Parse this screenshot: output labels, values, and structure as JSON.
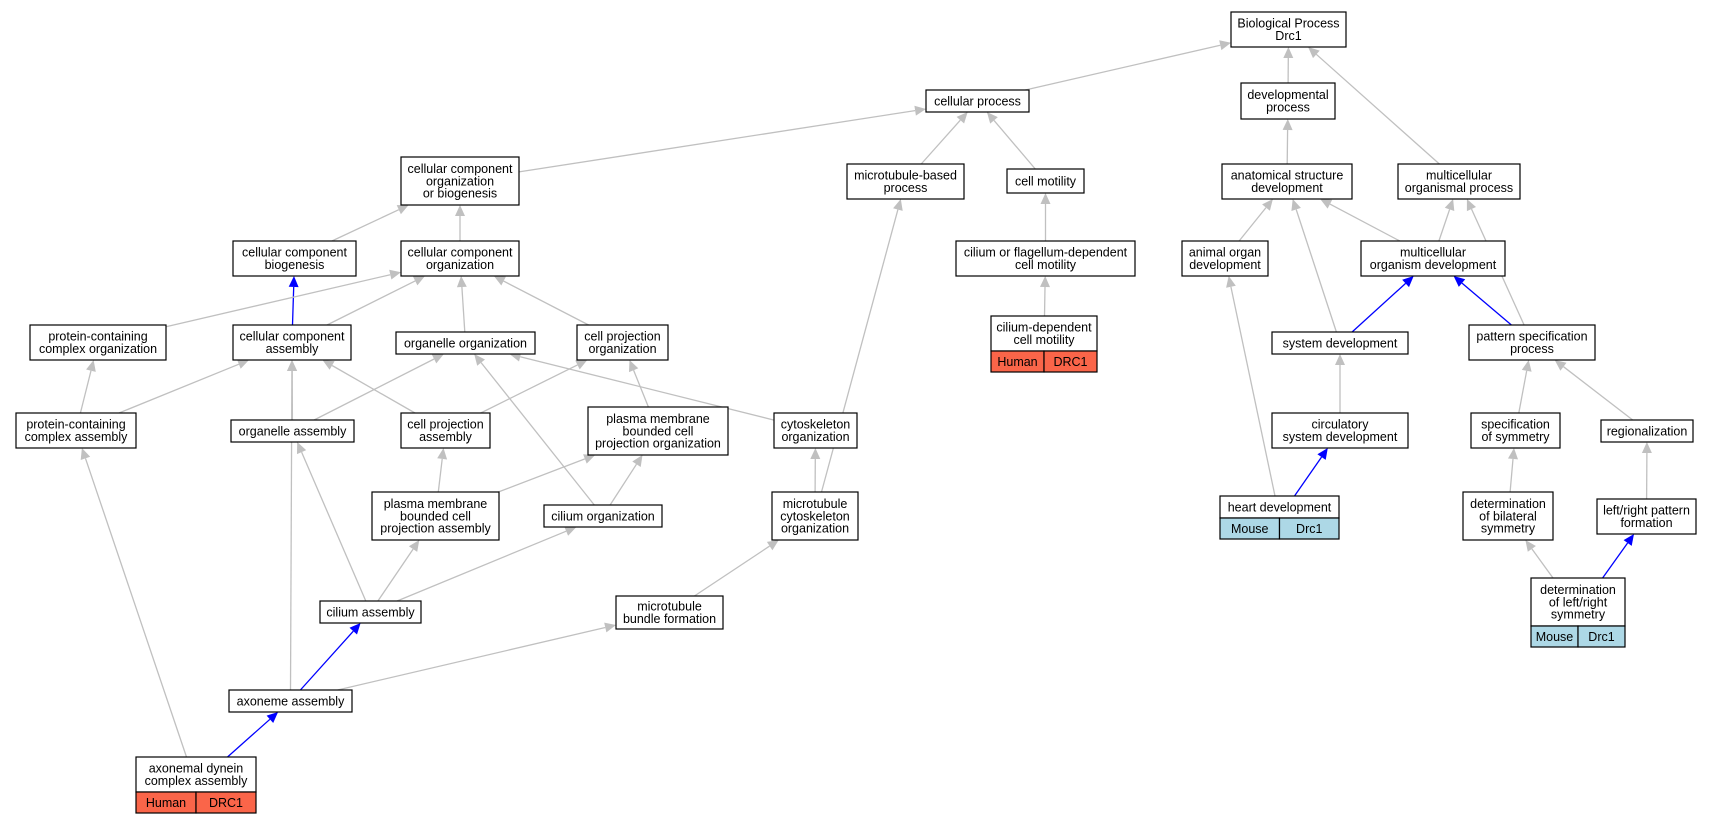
{
  "colors": {
    "edge_default": "#c0c0c0",
    "edge_highlight": "#0000ff",
    "human_cell": "#fa6549",
    "mouse_cell": "#add8e6",
    "node_fill": "#ffffff",
    "node_stroke": "#000000"
  },
  "diagram": {
    "nodes": [
      {
        "id": "bp",
        "label": [
          "Biological Process",
          "Drc1"
        ]
      },
      {
        "id": "cellproc",
        "label": [
          "cellular process"
        ]
      },
      {
        "id": "devproc",
        "label": [
          "developmental",
          "process"
        ]
      },
      {
        "id": "ccob",
        "label": [
          "cellular component",
          "organization",
          "or biogenesis"
        ]
      },
      {
        "id": "mtbp",
        "label": [
          "microtubule-based",
          "process"
        ]
      },
      {
        "id": "cellmot",
        "label": [
          "cell motility"
        ]
      },
      {
        "id": "asd",
        "label": [
          "anatomical structure",
          "development"
        ]
      },
      {
        "id": "mop",
        "label": [
          "multicellular",
          "organismal process"
        ]
      },
      {
        "id": "ccbio",
        "label": [
          "cellular component",
          "biogenesis"
        ]
      },
      {
        "id": "ccorg",
        "label": [
          "cellular component",
          "organization"
        ]
      },
      {
        "id": "cfdcm",
        "label": [
          "cilium or flagellum-dependent",
          "cell motility"
        ]
      },
      {
        "id": "aod",
        "label": [
          "animal organ",
          "development"
        ]
      },
      {
        "id": "mod",
        "label": [
          "multicellular",
          "organism development"
        ]
      },
      {
        "id": "pcco",
        "label": [
          "protein-containing",
          "complex organization"
        ]
      },
      {
        "id": "ccasm",
        "label": [
          "cellular component",
          "assembly"
        ]
      },
      {
        "id": "orgorg",
        "label": [
          "organelle organization"
        ]
      },
      {
        "id": "cpo",
        "label": [
          "cell projection",
          "organization"
        ]
      },
      {
        "id": "cdcm",
        "label": [
          "cilium-dependent",
          "cell motility"
        ],
        "species": [
          "Human",
          "DRC1"
        ],
        "species_kind": "human"
      },
      {
        "id": "sysdev",
        "label": [
          "system development"
        ]
      },
      {
        "id": "psp",
        "label": [
          "pattern specification",
          "process"
        ]
      },
      {
        "id": "pcca",
        "label": [
          "protein-containing",
          "complex assembly"
        ]
      },
      {
        "id": "orgasm",
        "label": [
          "organelle assembly"
        ]
      },
      {
        "id": "cpa",
        "label": [
          "cell projection",
          "assembly"
        ]
      },
      {
        "id": "pmbcpo",
        "label": [
          "plasma membrane",
          "bounded cell",
          "projection organization"
        ]
      },
      {
        "id": "cytorg",
        "label": [
          "cytoskeleton",
          "organization"
        ]
      },
      {
        "id": "circ",
        "label": [
          "circulatory",
          "system development"
        ]
      },
      {
        "id": "specsym",
        "label": [
          "specification",
          "of symmetry"
        ]
      },
      {
        "id": "regio",
        "label": [
          "regionalization"
        ]
      },
      {
        "id": "pmbcpa",
        "label": [
          "plasma membrane",
          "bounded cell",
          "projection assembly"
        ]
      },
      {
        "id": "ciliumorg",
        "label": [
          "cilium organization"
        ]
      },
      {
        "id": "mtco",
        "label": [
          "microtubule",
          "cytoskeleton",
          "organization"
        ]
      },
      {
        "id": "heart",
        "label": [
          "heart development"
        ],
        "species": [
          "Mouse",
          "Drc1"
        ],
        "species_kind": "mouse"
      },
      {
        "id": "dbs",
        "label": [
          "determination",
          "of bilateral",
          "symmetry"
        ]
      },
      {
        "id": "lrpf",
        "label": [
          "left/right pattern",
          "formation"
        ]
      },
      {
        "id": "ciliumasm",
        "label": [
          "cilium assembly"
        ]
      },
      {
        "id": "mtbf",
        "label": [
          "microtubule",
          "bundle formation"
        ]
      },
      {
        "id": "dlrs",
        "label": [
          "determination",
          "of left/right",
          "symmetry"
        ],
        "species": [
          "Mouse",
          "Drc1"
        ],
        "species_kind": "mouse"
      },
      {
        "id": "axasm",
        "label": [
          "axoneme assembly"
        ]
      },
      {
        "id": "adca",
        "label": [
          "axonemal dynein",
          "complex assembly"
        ],
        "species": [
          "Human",
          "DRC1"
        ],
        "species_kind": "human"
      }
    ],
    "edges": [
      {
        "from": "cellproc",
        "to": "bp",
        "highlight": false
      },
      {
        "from": "devproc",
        "to": "bp",
        "highlight": false
      },
      {
        "from": "mop",
        "to": "bp",
        "highlight": false
      },
      {
        "from": "ccob",
        "to": "cellproc",
        "highlight": false
      },
      {
        "from": "mtbp",
        "to": "cellproc",
        "highlight": false
      },
      {
        "from": "cellmot",
        "to": "cellproc",
        "highlight": false
      },
      {
        "from": "asd",
        "to": "devproc",
        "highlight": false
      },
      {
        "from": "ccbio",
        "to": "ccob",
        "highlight": false
      },
      {
        "from": "ccorg",
        "to": "ccob",
        "highlight": false
      },
      {
        "from": "cfdcm",
        "to": "cellmot",
        "highlight": false
      },
      {
        "from": "cdcm",
        "to": "cfdcm",
        "highlight": false
      },
      {
        "from": "aod",
        "to": "asd",
        "highlight": false
      },
      {
        "from": "sysdev",
        "to": "asd",
        "highlight": false
      },
      {
        "from": "mod",
        "to": "asd",
        "highlight": false
      },
      {
        "from": "mod",
        "to": "mop",
        "highlight": false
      },
      {
        "from": "psp",
        "to": "mop",
        "highlight": false
      },
      {
        "from": "sysdev",
        "to": "mod",
        "highlight": true
      },
      {
        "from": "psp",
        "to": "mod",
        "highlight": true
      },
      {
        "from": "ccasm",
        "to": "ccbio",
        "highlight": true
      },
      {
        "from": "pcco",
        "to": "ccorg",
        "highlight": false
      },
      {
        "from": "ccasm",
        "to": "ccorg",
        "highlight": false
      },
      {
        "from": "orgorg",
        "to": "ccorg",
        "highlight": false
      },
      {
        "from": "cpo",
        "to": "ccorg",
        "highlight": false
      },
      {
        "from": "pcca",
        "to": "pcco",
        "highlight": false
      },
      {
        "from": "pcca",
        "to": "ccasm",
        "highlight": false
      },
      {
        "from": "orgasm",
        "to": "ccasm",
        "highlight": false
      },
      {
        "from": "cpa",
        "to": "ccasm",
        "highlight": false
      },
      {
        "from": "axasm",
        "to": "ccasm",
        "highlight": false
      },
      {
        "from": "orgasm",
        "to": "orgorg",
        "highlight": false
      },
      {
        "from": "ciliumorg",
        "to": "orgorg",
        "highlight": false
      },
      {
        "from": "cytorg",
        "to": "orgorg",
        "highlight": false
      },
      {
        "from": "cpa",
        "to": "cpo",
        "highlight": false
      },
      {
        "from": "pmbcpo",
        "to": "cpo",
        "highlight": false
      },
      {
        "from": "pmbcpa",
        "to": "cpa",
        "highlight": false
      },
      {
        "from": "pmbcpa",
        "to": "pmbcpo",
        "highlight": false
      },
      {
        "from": "ciliumorg",
        "to": "pmbcpo",
        "highlight": false
      },
      {
        "from": "mtco",
        "to": "cytorg",
        "highlight": false
      },
      {
        "from": "mtco",
        "to": "mtbp",
        "highlight": false
      },
      {
        "from": "ciliumasm",
        "to": "orgasm",
        "highlight": false
      },
      {
        "from": "ciliumasm",
        "to": "pmbcpa",
        "highlight": false
      },
      {
        "from": "ciliumasm",
        "to": "ciliumorg",
        "highlight": false
      },
      {
        "from": "mtbf",
        "to": "mtco",
        "highlight": false
      },
      {
        "from": "axasm",
        "to": "ciliumasm",
        "highlight": true
      },
      {
        "from": "axasm",
        "to": "mtbf",
        "highlight": false
      },
      {
        "from": "adca",
        "to": "axasm",
        "highlight": true
      },
      {
        "from": "adca",
        "to": "pcca",
        "highlight": false
      },
      {
        "from": "circ",
        "to": "sysdev",
        "highlight": false
      },
      {
        "from": "heart",
        "to": "circ",
        "highlight": true
      },
      {
        "from": "heart",
        "to": "aod",
        "highlight": false
      },
      {
        "from": "specsym",
        "to": "psp",
        "highlight": false
      },
      {
        "from": "regio",
        "to": "psp",
        "highlight": false
      },
      {
        "from": "dbs",
        "to": "specsym",
        "highlight": false
      },
      {
        "from": "lrpf",
        "to": "regio",
        "highlight": false
      },
      {
        "from": "dlrs",
        "to": "dbs",
        "highlight": false
      },
      {
        "from": "dlrs",
        "to": "lrpf",
        "highlight": true
      }
    ]
  }
}
